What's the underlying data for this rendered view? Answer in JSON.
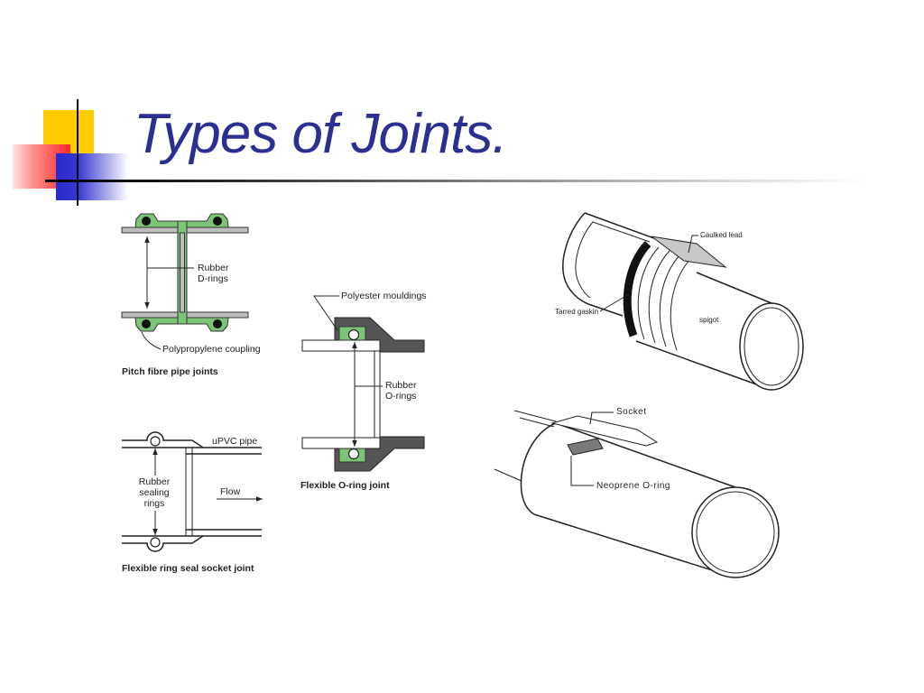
{
  "theme": {
    "title_color": "#2b2f92",
    "accent_yellow": "#ffcc00",
    "accent_red": "#ff2a2a",
    "accent_blue": "#2a2acc",
    "coupling_green": "#7cc576",
    "socket_gray": "#555555"
  },
  "slide": {
    "title": "Types of Joints."
  },
  "figures": {
    "pitch_fibre": {
      "caption": "Pitch fibre pipe joints",
      "rings_label": [
        "Rubber",
        "D-rings"
      ],
      "coupling_label": "Polypropylene coupling"
    },
    "o_ring": {
      "caption": "Flexible O-ring joint",
      "mouldings_label": "Polyester mouldings",
      "rings_label": [
        "Rubber",
        "O-rings"
      ]
    },
    "ring_seal": {
      "caption": "Flexible ring seal socket joint",
      "pipe_label": "uPVC pipe",
      "rings_label": [
        "Rubber",
        "sealing",
        "rings"
      ],
      "flow_label": "Flow"
    },
    "caulked_lead": {
      "lead_label": "Caulked lead",
      "gaskin_label": "Tarred gaskin",
      "spigot_label": "spigot"
    },
    "neoprene": {
      "socket_label": "Socket",
      "ring_label": "Neoprene O-ring"
    }
  }
}
